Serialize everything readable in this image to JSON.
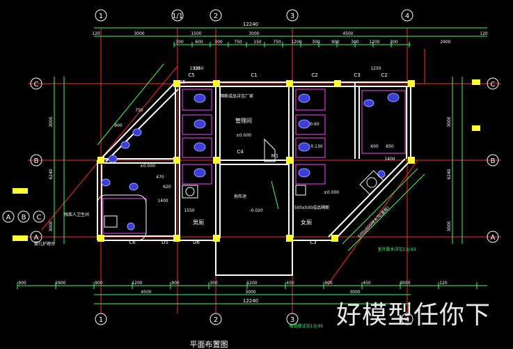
{
  "colors": {
    "background": "#000000",
    "dimension": "#33ff66",
    "axis": "#ff2a2a",
    "wall": "#ffffff",
    "column": "#ffff33",
    "fixture": "#ff44ff",
    "toilet": "#4455ff",
    "text": "#ffffff"
  },
  "axes_top": [
    "1",
    "1/1",
    "2",
    "3",
    "4"
  ],
  "axes_bottom": [
    "1",
    "2",
    "3",
    "4"
  ],
  "axes_rows": [
    "C",
    "B",
    "A"
  ],
  "dims_top_total": "12240",
  "dims_top_segments": [
    "120",
    "3000",
    "1500",
    "3000",
    "4500",
    "120"
  ],
  "dims_top_detail": [
    "300",
    "600",
    "300",
    "750",
    "150",
    "750",
    "1200",
    "300",
    "900",
    "300",
    "1200",
    "300"
  ],
  "dims_bottom_segments": [
    "900",
    "2900",
    "900",
    "1200",
    "900",
    "300",
    "1200",
    "450",
    "900",
    "450",
    "3000",
    "120"
  ],
  "dims_bottom_total": "12240",
  "dims_bottom_sub": [
    "4500",
    "3000",
    "3000"
  ],
  "dims_left": [
    "3000",
    "6240",
    "3000"
  ],
  "dims_right": [
    "3000",
    "6240",
    "3000"
  ],
  "rooms": {
    "management": "管理间",
    "men": "男厕",
    "women": "女厕",
    "accessible": "残疾人卫生间",
    "mop": "拖布池",
    "baby": "婴儿护理台"
  },
  "openings": [
    "C1",
    "C2",
    "C3",
    "C4",
    "C5",
    "C6",
    "D5",
    "D6",
    "M1",
    "C2",
    "C3",
    "C5"
  ],
  "elevations": [
    "±0.000",
    "-0.020",
    "±0.000",
    "±0.000"
  ],
  "notes": {
    "ceiling": "隔断成品详见厂家",
    "partition": "500x500成品隔断",
    "drain": "600x600排水沟(盖板)",
    "detail_ref": "室外散水详见13J-93",
    "detail_ref2": "坡道做法见13J-95"
  },
  "small_dims": [
    "1350",
    "1250",
    "1250",
    "1400",
    "1550",
    "1400",
    "600",
    "850",
    "0.130",
    "0.60",
    "620",
    "470",
    "900",
    "750"
  ],
  "drawing_title": "平面布置图",
  "watermark": "好模型任你下"
}
